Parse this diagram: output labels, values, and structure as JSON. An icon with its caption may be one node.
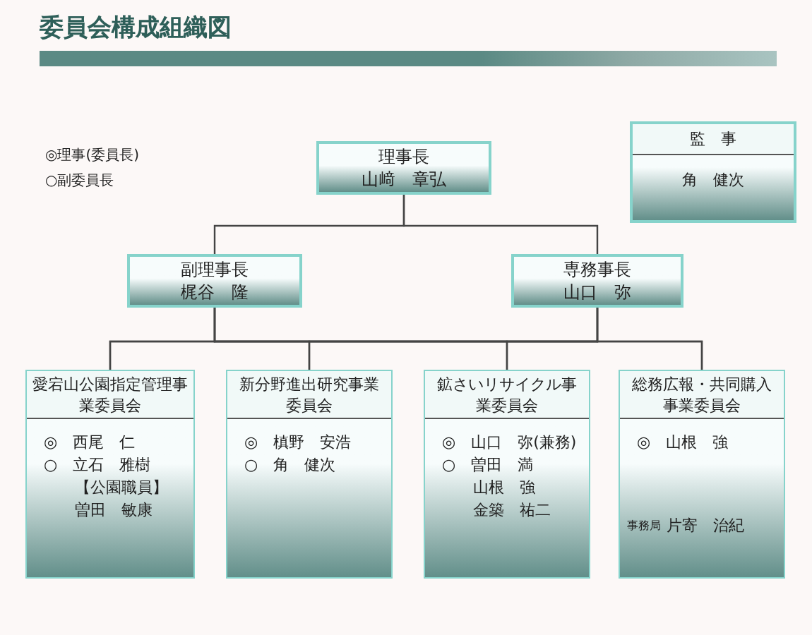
{
  "diagram": {
    "title": "委員会構成組織図",
    "nodes": [
      {
        "text": [
          "理事長",
          "山﨑　章弘"
        ]
      },
      {
        "text": [
          "監　事",
          "角　健次"
        ]
      },
      {
        "text": [
          "副理事長",
          "梶谷　隆"
        ]
      },
      {
        "text": [
          "専務事長",
          "山口　弥"
        ]
      },
      {
        "text": [
          "愛宕山公園指定管理事業委員会",
          "◎　西尾　仁",
          "○　立石　雅樹",
          "【公園職員】",
          "曽田　敏康"
        ]
      },
      {
        "text": [
          "新分野進出研究事業委員会",
          "◎　槙野　安浩",
          "○　角　健次"
        ]
      },
      {
        "text": [
          "鉱さいリサイクル事業委員会",
          "◎　山口　弥(兼務)",
          "○　曽田　満",
          "山根　強",
          "金築　祐二"
        ]
      },
      {
        "text": [
          "総務広報・共同購入事業委員会",
          "◎　山根　強",
          "事務局",
          "片寄　治紀"
        ]
      }
    ],
    "edges": [
      {
        "from": 0,
        "to": 2,
        "arrow": "none"
      },
      {
        "from": 0,
        "to": 3,
        "arrow": "none"
      },
      {
        "from": 2,
        "to": 4,
        "arrow": "none"
      },
      {
        "from": 2,
        "to": 5,
        "arrow": "none"
      },
      {
        "from": 2,
        "to": 6,
        "arrow": "none"
      },
      {
        "from": 2,
        "to": 7,
        "arrow": "none"
      },
      {
        "from": 3,
        "to": 4,
        "arrow": "none"
      },
      {
        "from": 3,
        "to": 5,
        "arrow": "none"
      },
      {
        "from": 3,
        "to": 6,
        "arrow": "none"
      },
      {
        "from": 3,
        "to": 7,
        "arrow": "none"
      }
    ],
    "labels": [
      "◎理事(委員長)",
      "○副委員長"
    ]
  }
}
